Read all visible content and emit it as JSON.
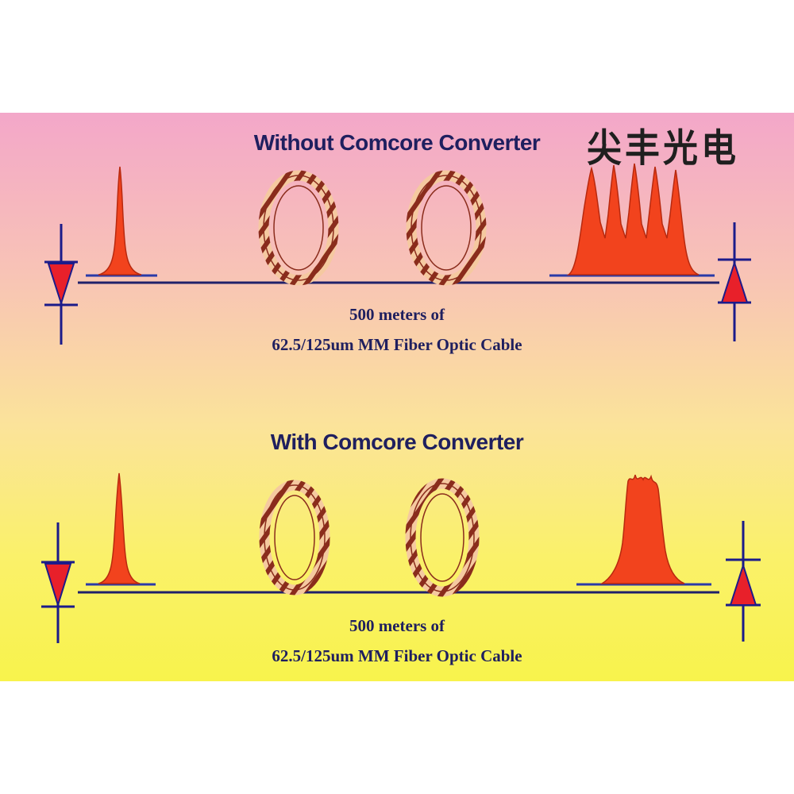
{
  "brand": {
    "text": "尖丰光电"
  },
  "top": {
    "title": "Without Comcore Converter",
    "caption_line1": "500 meters of",
    "caption_line2": "62.5/125um MM Fiber Optic Cable"
  },
  "bottom": {
    "title": "With Comcore Converter",
    "caption_line1": "500 meters of",
    "caption_line2": "62.5/125um MM Fiber Optic Cable"
  },
  "colors": {
    "pulse": "#f2431d",
    "pulse_dark": "#b8290f",
    "line": "#20206a",
    "diode": "#e8202a",
    "diode_stroke": "#1b1b8a",
    "coil": "#8a2c1c",
    "coil_fill": "#f5c9a0"
  }
}
